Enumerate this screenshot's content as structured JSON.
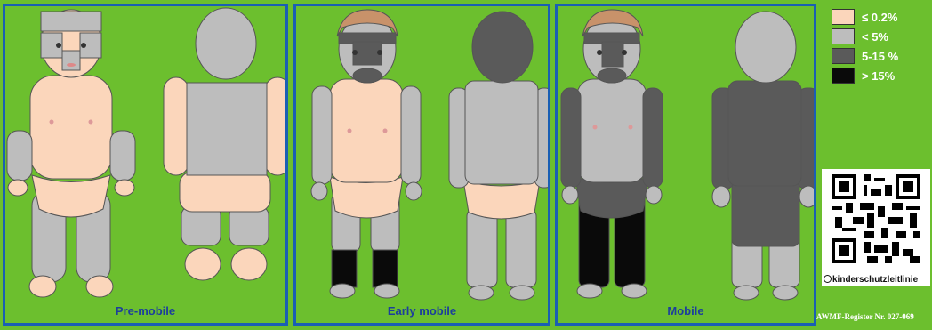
{
  "colors": {
    "background": "#6cbf2e",
    "frame": "#1a5fb4",
    "caption": "#1c3f9c",
    "skin": "#fbd6bb",
    "level_1": "#fbd6bb",
    "level_2": "#bdbdbd",
    "level_3": "#5a5a5a",
    "level_4": "#0a0a0a",
    "hair": "#c8926a"
  },
  "legend": [
    {
      "label": "≤ 0.2%",
      "color": "#fbd6bb"
    },
    {
      "label": "< 5%",
      "color": "#bdbdbd"
    },
    {
      "label": "5-15 %",
      "color": "#5a5a5a"
    },
    {
      "label": "> 15%",
      "color": "#0a0a0a"
    }
  ],
  "panels": [
    {
      "caption": "Pre-mobile"
    },
    {
      "caption": "Early mobile"
    },
    {
      "caption": "Mobile"
    }
  ],
  "qr": {
    "logo_text": "kinderschutzleitlinie",
    "icon": "qr-code-icon"
  },
  "register": "AWMF-Register Nr. 027-069"
}
